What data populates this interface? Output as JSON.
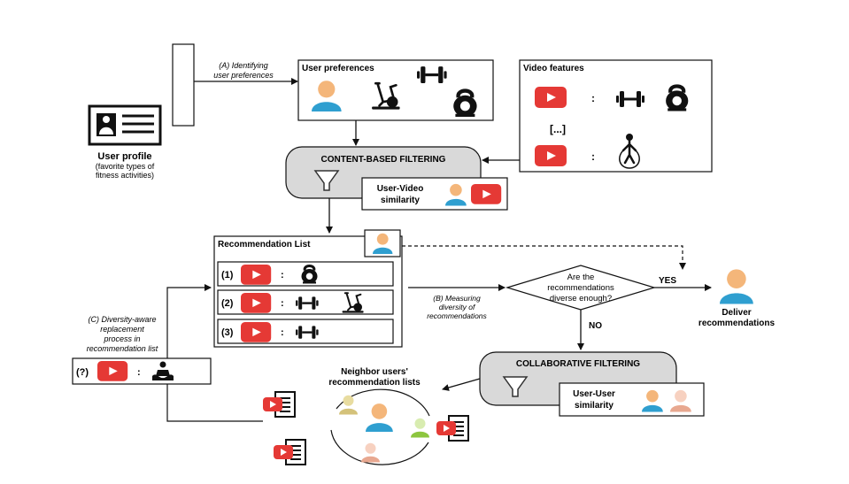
{
  "user_profile": {
    "title": "User profile",
    "subtitle_line1": "(favorite types of",
    "subtitle_line2": "fitness activities)",
    "icon": "id-card-icon"
  },
  "step_a": {
    "line1": "(A) Identifying",
    "line2": "user preferences"
  },
  "user_preferences": {
    "title": "User preferences",
    "icons": [
      "user-avatar-icon",
      "exercise-bike-icon",
      "dumbbell-icon",
      "kettlebell-icon"
    ]
  },
  "video_features": {
    "title": "Video features",
    "row1_icons": [
      "youtube-icon",
      "dumbbell-icon",
      "kettlebell-icon"
    ],
    "ellipsis": "[...]",
    "row2_icons": [
      "youtube-icon",
      "jump-rope-icon"
    ],
    "separator": ":"
  },
  "content_based": {
    "title": "CONTENT-BASED FILTERING",
    "similarity_line1": "User-Video",
    "similarity_line2": "similarity"
  },
  "recommendation_list": {
    "title": "Recommendation List",
    "items": [
      {
        "label": "(1)",
        "sep": ":",
        "icons": [
          "kettlebell-icon"
        ]
      },
      {
        "label": "(2)",
        "sep": ":",
        "icons": [
          "dumbbell-icon",
          "exercise-bike-icon"
        ]
      },
      {
        "label": "(3)",
        "sep": ":",
        "icons": [
          "dumbbell-icon"
        ]
      }
    ]
  },
  "step_b": {
    "line1": "(B) Measuring",
    "line2": "diversity of",
    "line3": "recommendations"
  },
  "decision": {
    "line1": "Are the",
    "line2": "recommendations",
    "line3": "diverse enough?",
    "yes": "YES",
    "no": "NO"
  },
  "deliver": {
    "line1": "Deliver",
    "line2": "recommendations"
  },
  "step_c": {
    "line1": "(C) Diversity-aware",
    "line2": "replacement",
    "line3": "process in",
    "line4": "recommendation list"
  },
  "replacement_item": {
    "label": "(?)",
    "sep": ":",
    "icons": [
      "meditation-icon"
    ]
  },
  "collaborative": {
    "title": "COLLABORATIVE FILTERING",
    "similarity_line1": "User-User",
    "similarity_line2": "similarity"
  },
  "neighbors": {
    "line1": "Neighbor users'",
    "line2": "recommendation lists"
  },
  "colors": {
    "youtube_red": "#e53935",
    "filter_gray": "#d9d9d9",
    "avatar_orange": "#f4b67a",
    "avatar_blue": "#2f9fd0",
    "avatar_green": "#8dc63f",
    "avatar_khaki": "#d4c27a",
    "avatar_salmon": "#e8a890"
  }
}
